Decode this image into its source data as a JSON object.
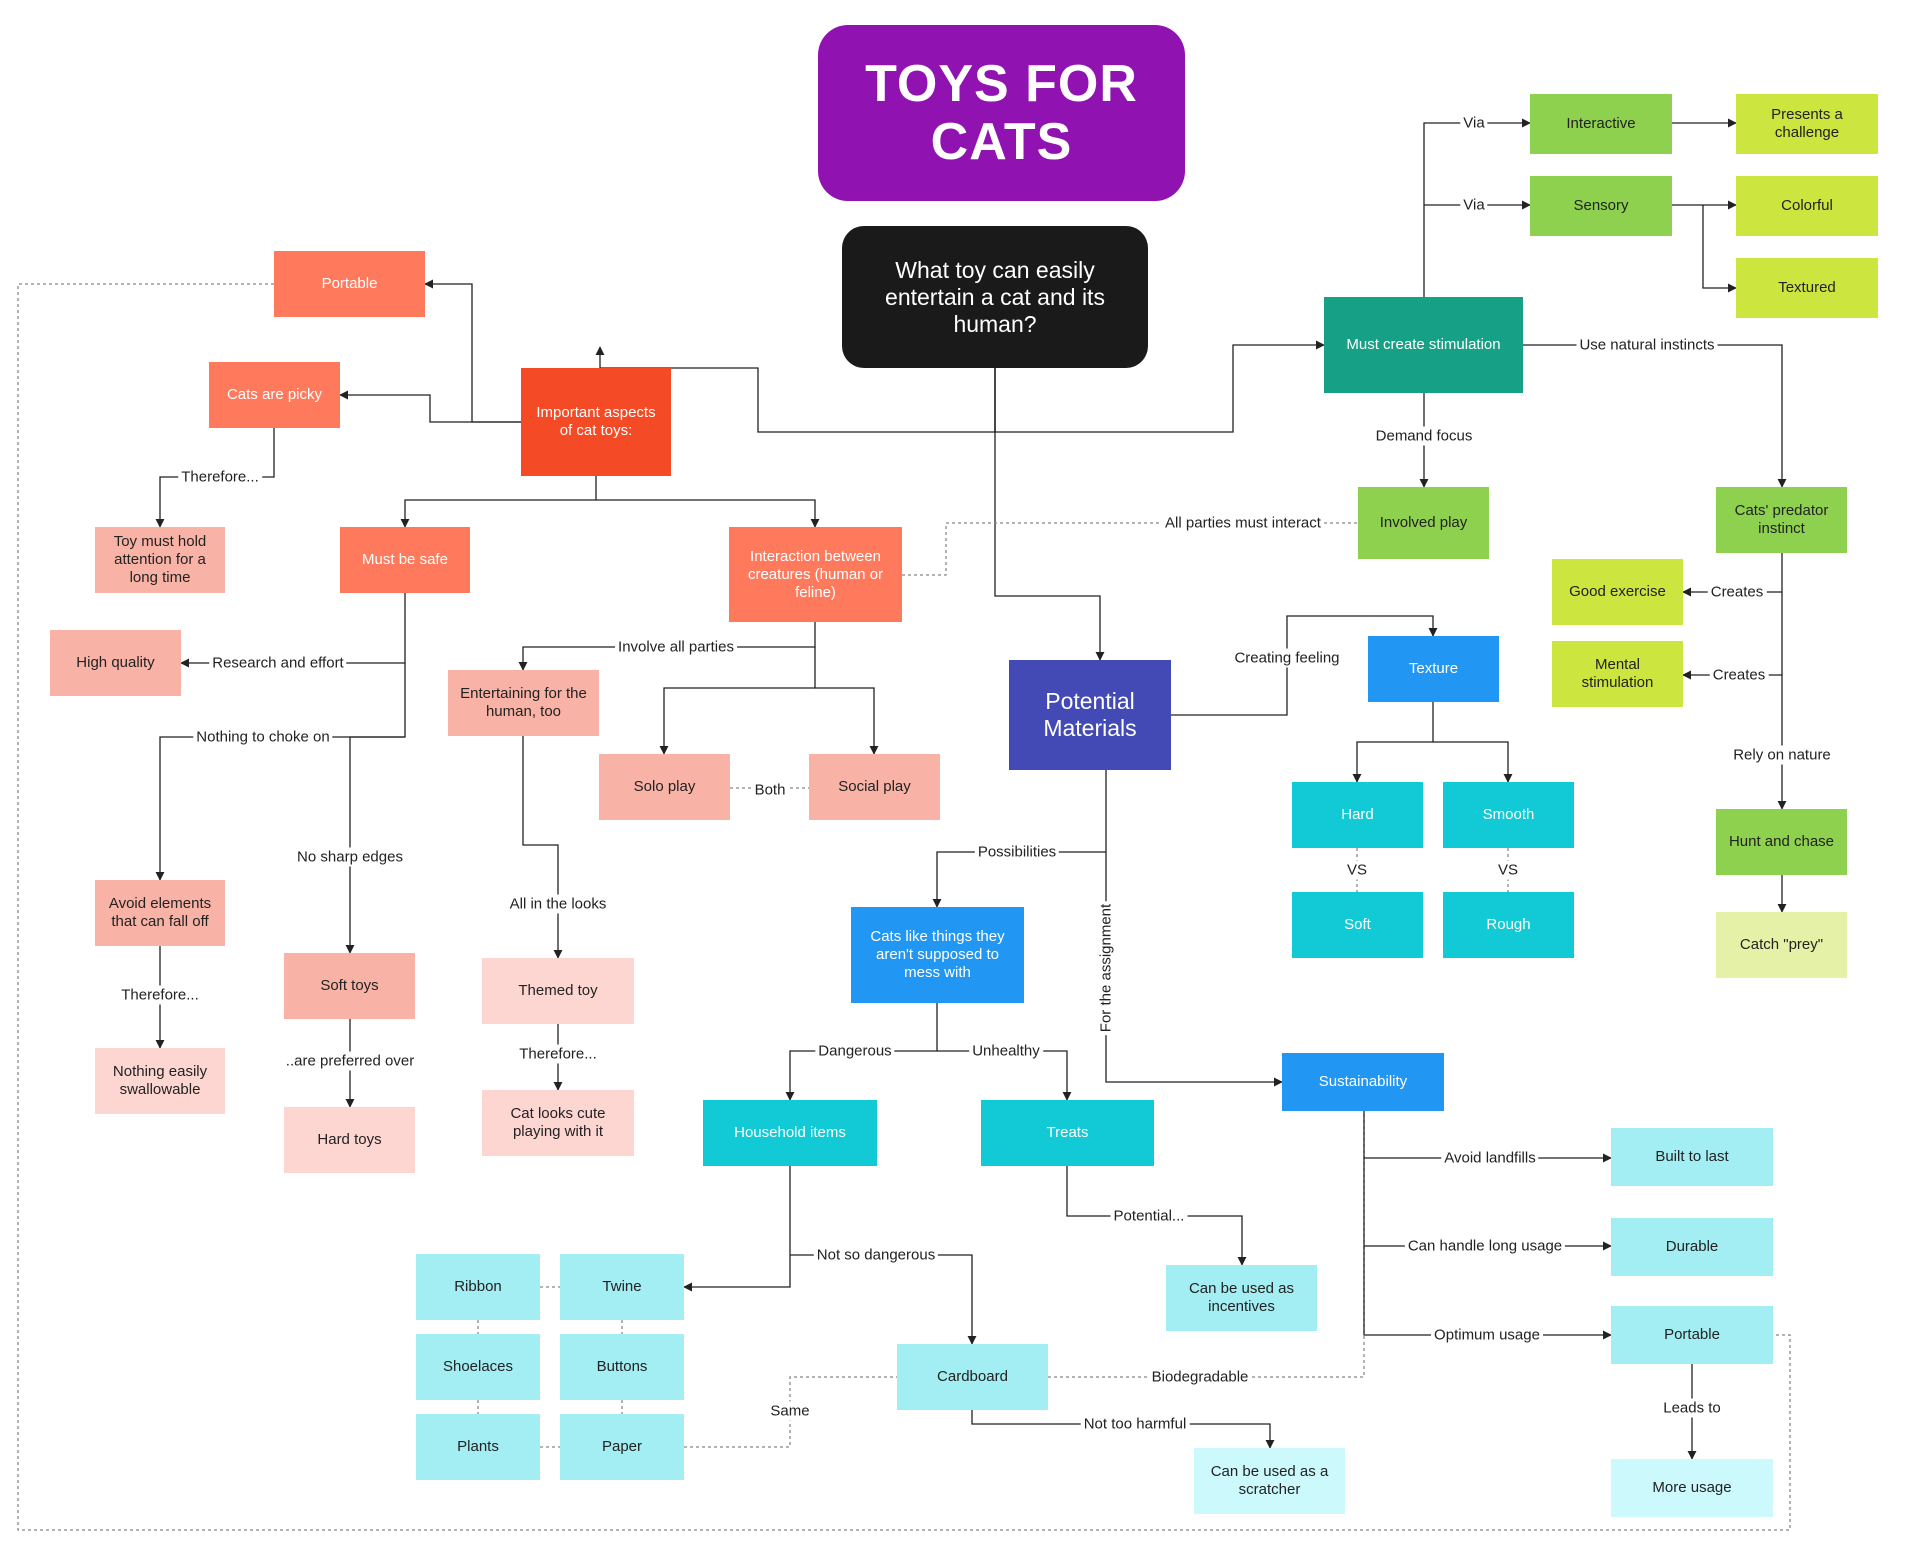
{
  "diagram": {
    "title": "TOYS FOR\nCATS",
    "question": "What toy can easily entertain a cat and its human?",
    "nodes": {
      "portable_top": "Portable",
      "cats_picky": "Cats are picky",
      "important": "Important aspects of cat toys:",
      "toy_attention": "Toy must hold attention for a long time",
      "must_safe": "Must be safe",
      "interaction": "Interaction between creatures (human or feline)",
      "high_quality": "High quality",
      "entertaining": "Entertaining for the human, too",
      "solo": "Solo play",
      "social": "Social play",
      "avoid_elements": "Avoid elements that can fall off",
      "soft_toys": "Soft toys",
      "hard_toys": "Hard toys",
      "nothing_swallowable": "Nothing easily swallowable",
      "themed": "Themed toy",
      "cute": "Cat looks cute playing with it",
      "interactive": "Interactive",
      "challenge": "Presents a challenge",
      "sensory": "Sensory",
      "colorful": "Colorful",
      "textured": "Textured",
      "stimulation": "Must create stimulation",
      "involved": "Involved play",
      "predator": "Cats' predator instinct",
      "good_exercise": "Good exercise",
      "mental": "Mental stimulation",
      "hunt": "Hunt and chase",
      "catch": "Catch \"prey\"",
      "materials": "Potential Materials",
      "texture": "Texture",
      "hard": "Hard",
      "smooth": "Smooth",
      "soft": "Soft",
      "rough": "Rough",
      "cats_like": "Cats like things they aren't supposed to mess with",
      "household": "Household items",
      "treats": "Treats",
      "incentives": "Can be used as incentives",
      "ribbon": "Ribbon",
      "twine": "Twine",
      "shoelaces": "Shoelaces",
      "buttons": "Buttons",
      "plants": "Plants",
      "paper": "Paper",
      "cardboard": "Cardboard",
      "scratcher": "Can be used as a scratcher",
      "sustainability": "Sustainability",
      "built": "Built to last",
      "durable": "Durable",
      "portable_bottom": "Portable",
      "more_usage": "More usage"
    },
    "labels": {
      "therefore_1": "Therefore...",
      "research": "Research and effort",
      "choke": "Nothing to choke on",
      "sharp": "No sharp edges",
      "therefore_2": "Therefore...",
      "preferred": "..are preferred over",
      "involve_all": "Involve all parties",
      "both": "Both",
      "looks": "All in the looks",
      "therefore_3": "Therefore...",
      "all_parties": "All parties must interact",
      "via_1": "Via",
      "via_2": "Via",
      "natural": "Use natural instincts",
      "demand": "Demand focus",
      "creates_1": "Creates",
      "creates_2": "Creates",
      "rely": "Rely on nature",
      "creating_feeling": "Creating feeling",
      "vs_1": "VS",
      "vs_2": "VS",
      "possibilities": "Possibilities",
      "assignment": "For the assignment",
      "dangerous": "Dangerous",
      "unhealthy": "Unhealthy",
      "potential": "Potential...",
      "not_dangerous": "Not so dangerous",
      "biodegradable": "Biodegradable",
      "same": "Same",
      "not_harmful": "Not too harmful",
      "landfills": "Avoid landfills",
      "long_usage": "Can handle long usage",
      "optimum": "Optimum usage",
      "leads_to": "Leads to"
    },
    "colors": {
      "title_purple": "#9012b0",
      "question_black": "#1a1a1a",
      "orange_red": "#f44a25",
      "coral": "#ff7a5c",
      "salmon": "#f9b3a6",
      "pale_pink": "#fdd6d2",
      "green_dark": "#16a085",
      "green": "#8ed14e",
      "lime": "#cde53f",
      "pale_lime": "#e4f1a6",
      "indigo": "#4349b5",
      "blue": "#2196f3",
      "cyan": "#12cad6",
      "light_cyan": "#a3eef3",
      "pale_cyan": "#ccf9fc"
    }
  }
}
